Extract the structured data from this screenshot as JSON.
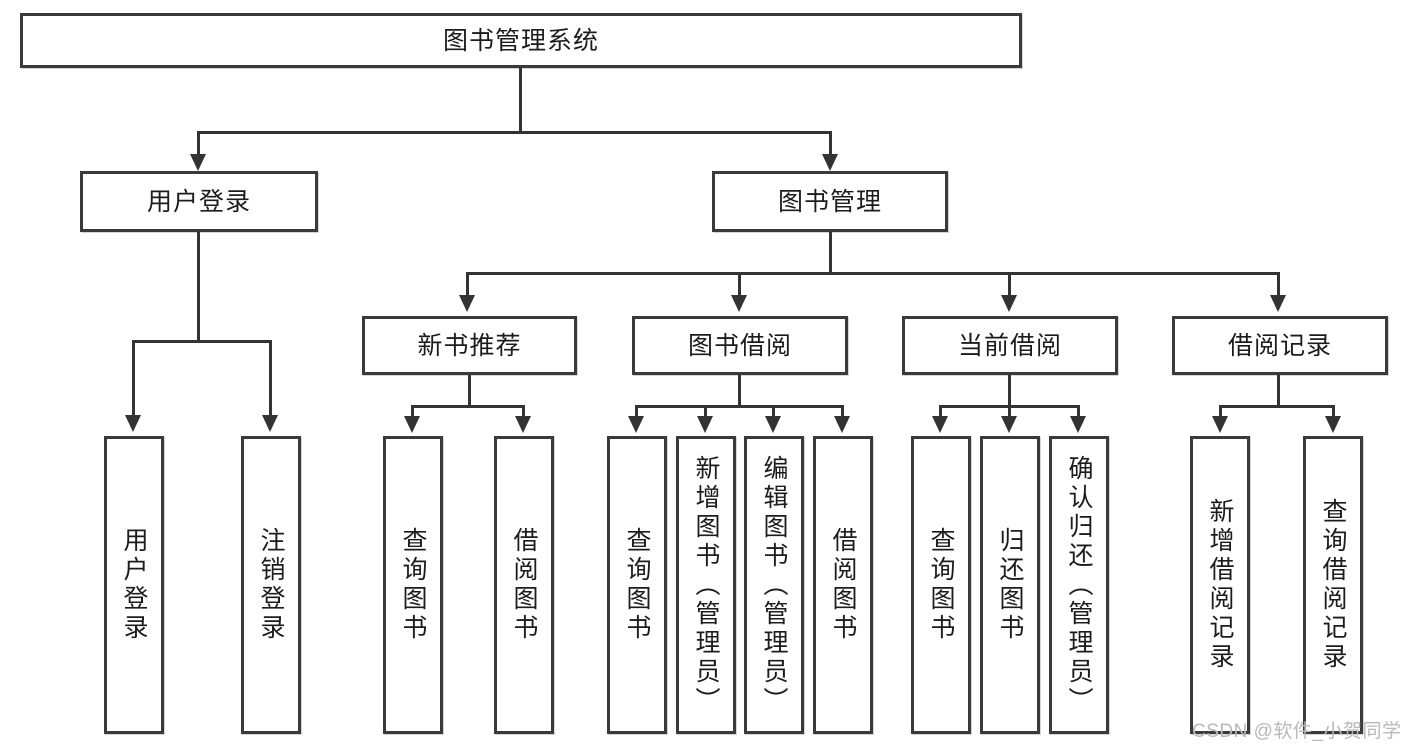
{
  "diagram": {
    "type": "tree-hierarchy-chart",
    "title": "图书管理系统",
    "levels": 4,
    "root": {
      "label": "图书管理系统"
    },
    "level2": [
      {
        "label": "用户登录"
      },
      {
        "label": "图书管理"
      }
    ],
    "level3": [
      {
        "label": "新书推荐"
      },
      {
        "label": "图书借阅"
      },
      {
        "label": "当前借阅"
      },
      {
        "label": "借阅记录"
      }
    ],
    "leaves": {
      "user_login": [
        {
          "label": "用户登录"
        },
        {
          "label": "注销登录"
        }
      ],
      "new_book_recommend": [
        {
          "label": "查询图书"
        },
        {
          "label": "借阅图书"
        }
      ],
      "book_borrow": [
        {
          "label": "查询图书"
        },
        {
          "label": "新增图书（管理员）"
        },
        {
          "label": "编辑图书（管理员）"
        },
        {
          "label": "借阅图书"
        }
      ],
      "current_borrow": [
        {
          "label": "查询图书"
        },
        {
          "label": "归还图书"
        },
        {
          "label": "确认归还（管理员）"
        }
      ],
      "borrow_record": [
        {
          "label": "新增借阅记录"
        },
        {
          "label": "查询借阅记录"
        }
      ]
    },
    "colors": {
      "border": "#3a3a3a",
      "line": "#333333",
      "text": "#1c1c1c",
      "background": "#ffffff",
      "watermark": "#b9b9b9"
    }
  },
  "watermark": {
    "text": "CSDN @软件_小贺同学"
  }
}
